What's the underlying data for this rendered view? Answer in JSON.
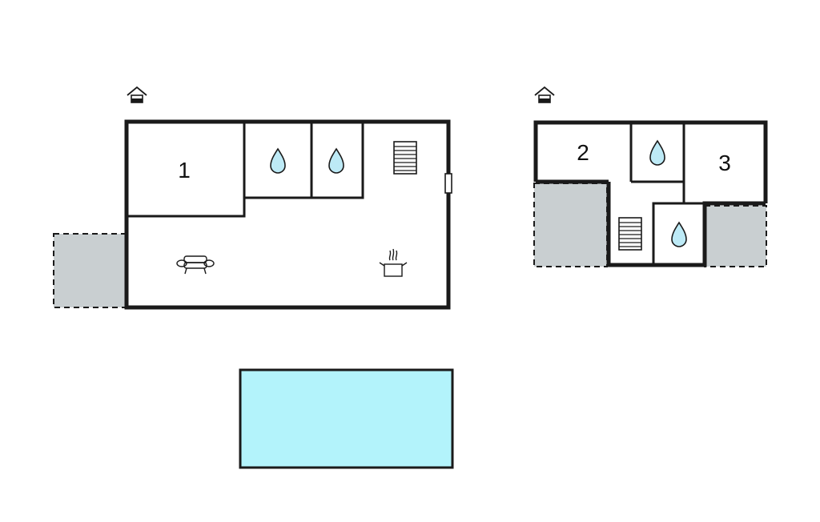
{
  "colors": {
    "terrace": "#c9cfd1",
    "pool": "#b3f3fb",
    "water_drop": "#bdeaf6",
    "wall": "#1a1a1a"
  },
  "ground_floor": {
    "entrance_icon": "house-entrance-icon",
    "rooms": [
      {
        "label": "1",
        "kind": "bedroom"
      }
    ],
    "icons": [
      "water-drop-icon",
      "water-drop-icon",
      "stairs-icon",
      "sofa-icon",
      "cooking-pot-icon",
      "door-icon"
    ]
  },
  "upper_floor": {
    "entrance_icon": "house-entrance-icon",
    "rooms": [
      {
        "label": "2",
        "kind": "bedroom"
      },
      {
        "label": "3",
        "kind": "bedroom"
      }
    ],
    "icons": [
      "water-drop-icon",
      "water-drop-icon",
      "stairs-icon"
    ]
  },
  "pool": {
    "icon": "pool-area"
  }
}
